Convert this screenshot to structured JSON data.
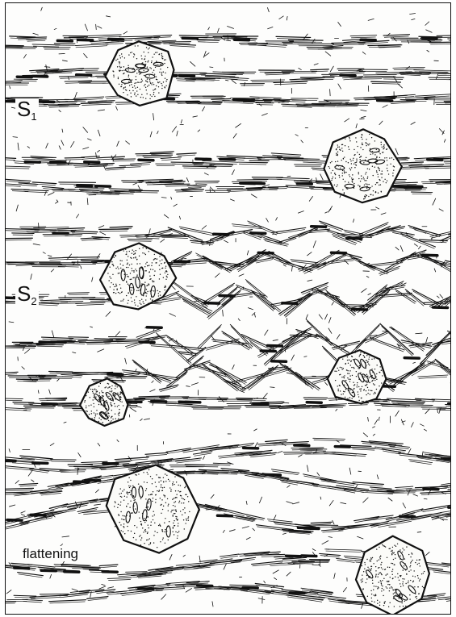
{
  "labels": {
    "s1": {
      "main": "S",
      "sub": "1"
    },
    "s2": {
      "main": "S",
      "sub": "2"
    },
    "stage3": "flattening"
  },
  "colors": {
    "ink": "#111111",
    "paper": "#fdfdfc"
  }
}
